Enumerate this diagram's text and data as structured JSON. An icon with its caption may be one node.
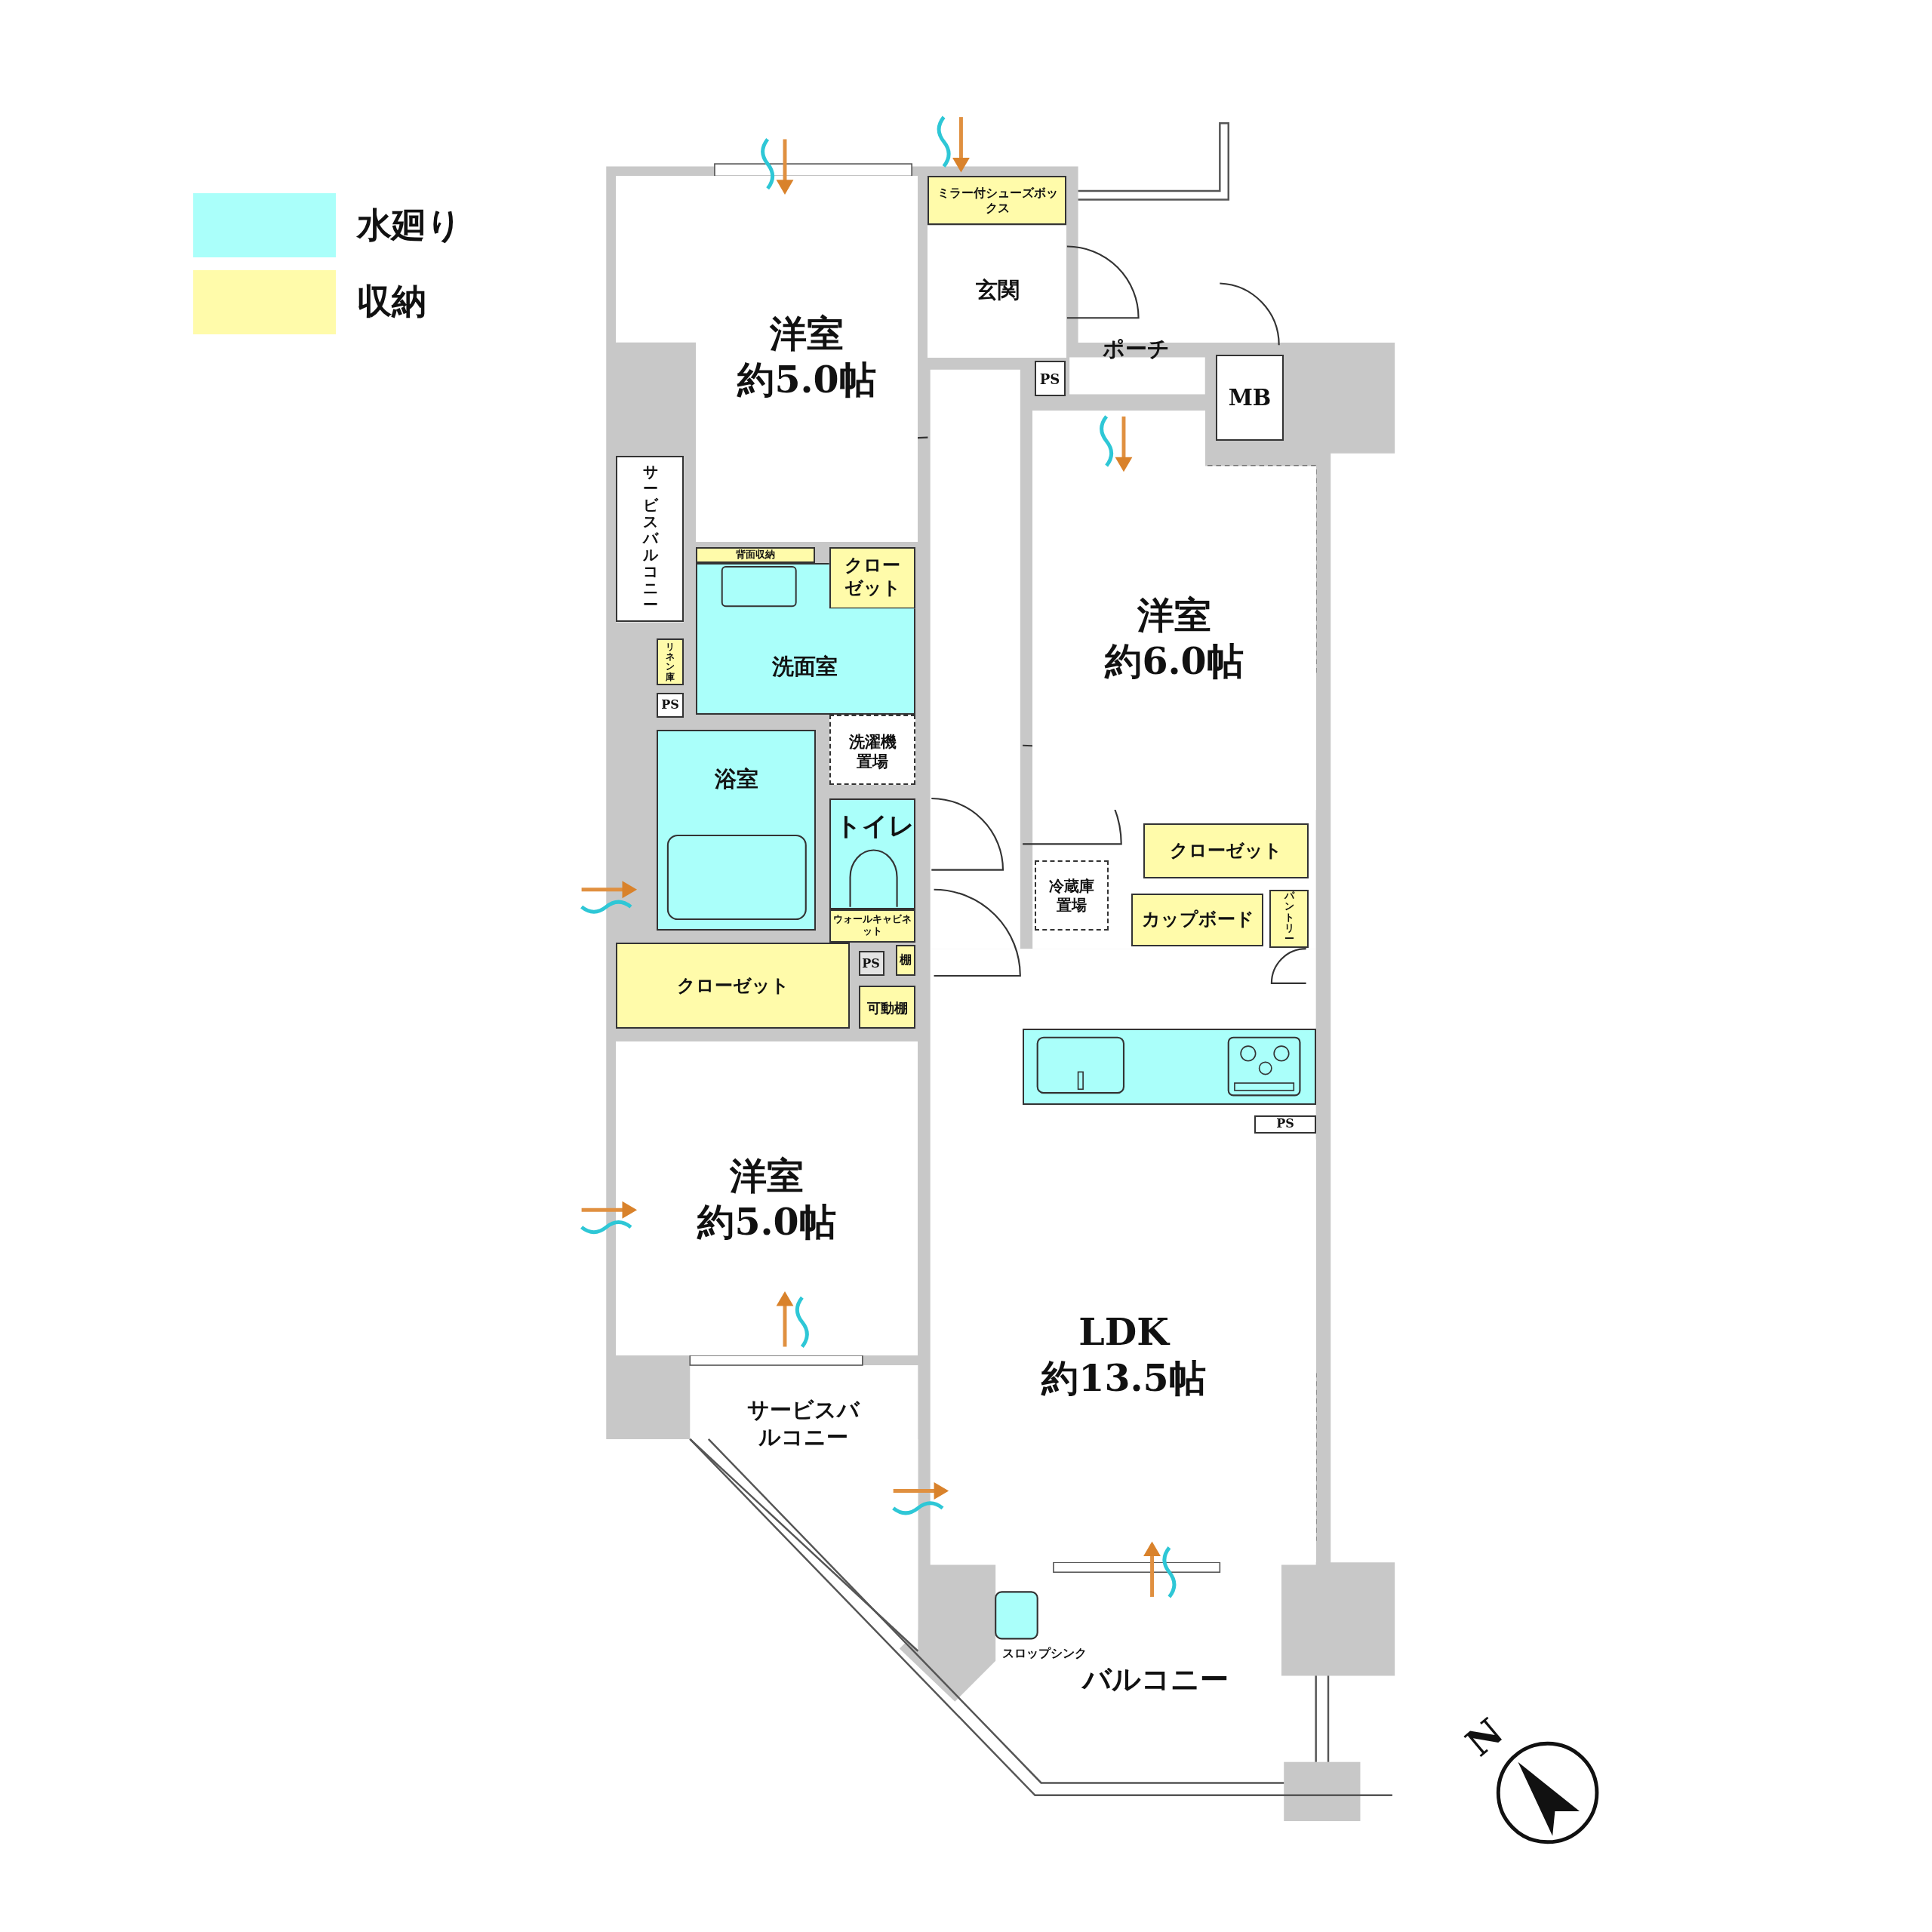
{
  "diagram": {
    "nodes": [
      {
        "text": [
          "洋室",
          "約5.0帖"
        ]
      },
      {
        "text": [
          "ミラー付シューズボックス"
        ]
      },
      {
        "text": [
          "玄関"
        ]
      },
      {
        "text": [
          "ポーチ"
        ]
      },
      {
        "text": [
          "PS"
        ]
      },
      {
        "text": [
          "MB"
        ]
      },
      {
        "text": [
          "サービスバルコニー"
        ]
      },
      {
        "text": [
          "背面収納"
        ]
      },
      {
        "text": [
          "クローゼット"
        ]
      },
      {
        "text": [
          "洗面室"
        ]
      },
      {
        "text": [
          "洗濯機置場"
        ]
      },
      {
        "text": [
          "リネン庫"
        ]
      },
      {
        "text": [
          "PS"
        ]
      },
      {
        "text": [
          "浴室"
        ]
      },
      {
        "text": [
          "トイレ"
        ]
      },
      {
        "text": [
          "ウォールキャビネット"
        ]
      },
      {
        "text": [
          "PS"
        ]
      },
      {
        "text": [
          "棚"
        ]
      },
      {
        "text": [
          "クローゼット"
        ]
      },
      {
        "text": [
          "可動棚"
        ]
      },
      {
        "text": [
          "洋室",
          "約6.0帖"
        ]
      },
      {
        "text": [
          "クローゼット"
        ]
      },
      {
        "text": [
          "冷蔵庫置場"
        ]
      },
      {
        "text": [
          "カップボード"
        ]
      },
      {
        "text": [
          "パントリー"
        ]
      },
      {
        "text": [],
        "shape": "box"
      },
      {
        "text": [
          "PS"
        ]
      },
      {
        "text": [
          "洋室",
          "約5.0帖"
        ]
      },
      {
        "text": [
          "サービスバルコニー"
        ]
      },
      {
        "text": [
          "LDK",
          "約13.5帖"
        ]
      },
      {
        "text": [
          "バルコニー"
        ]
      }
    ],
    "labels": [
      "スロップシンク",
      "N"
    ],
    "legend": [
      {
        "text": "水廻り",
        "color": "#aafffa"
      },
      {
        "text": "収納",
        "color": "#fffbaa"
      }
    ]
  }
}
